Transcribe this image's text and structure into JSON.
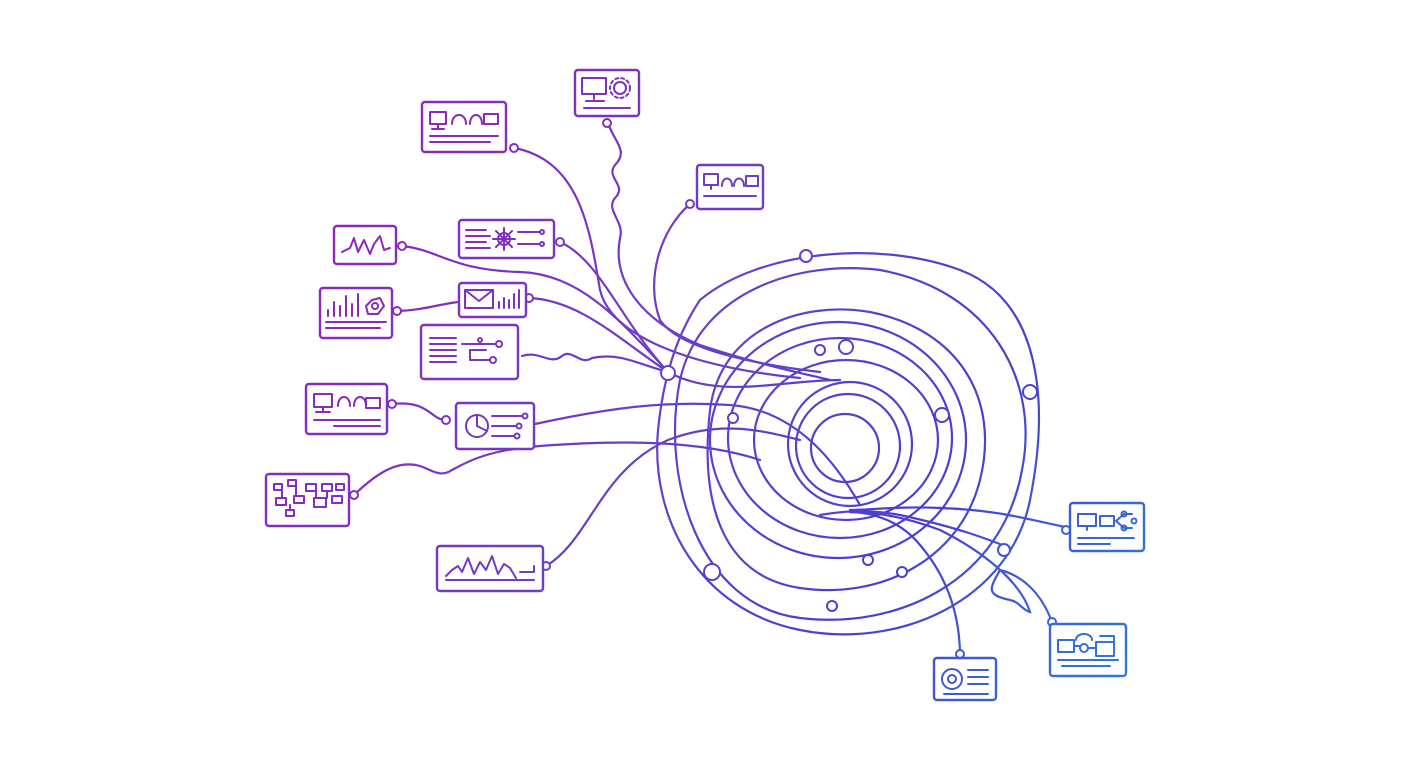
{
  "colors": {
    "purple": "#8e24b8",
    "violet": "#6a3fc8",
    "indigo": "#4a3fd0",
    "blue": "#2f6cd8",
    "background": "#ffffff"
  },
  "diagram": {
    "type": "network-hub",
    "hub": {
      "rings": 9,
      "icon": "concentric-circles-icon"
    },
    "cards": [
      {
        "id": "monitor-gear",
        "icon": "monitor-gear-icon"
      },
      {
        "id": "dashboard-a",
        "icon": "dashboard-icon"
      },
      {
        "id": "dashboard-b",
        "icon": "dashboard-icon"
      },
      {
        "id": "waveform",
        "icon": "waveform-icon"
      },
      {
        "id": "network-list",
        "icon": "network-list-icon"
      },
      {
        "id": "bar-chart",
        "icon": "bar-chart-icon"
      },
      {
        "id": "mail-chart",
        "icon": "mail-chart-icon"
      },
      {
        "id": "list-circuit",
        "icon": "list-circuit-icon"
      },
      {
        "id": "dashboard-c",
        "icon": "dashboard-icon"
      },
      {
        "id": "pie-circuit",
        "icon": "pie-circuit-icon"
      },
      {
        "id": "flowchart",
        "icon": "flowchart-icon"
      },
      {
        "id": "line-graph",
        "icon": "line-graph-icon"
      },
      {
        "id": "dashboard-d",
        "icon": "dashboard-icon"
      },
      {
        "id": "process-flow",
        "icon": "process-flow-icon"
      },
      {
        "id": "target-list",
        "icon": "target-list-icon"
      }
    ]
  }
}
